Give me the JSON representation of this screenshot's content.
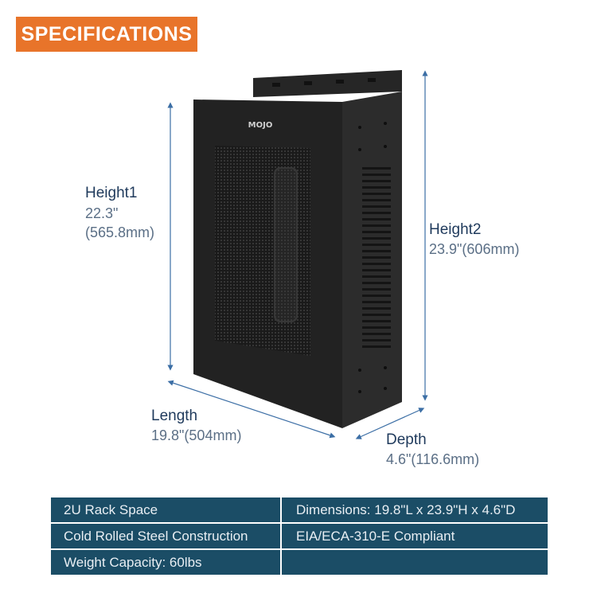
{
  "banner": {
    "title": "SPECIFICATIONS"
  },
  "product": {
    "logo_text": "MOJO"
  },
  "dimensions": {
    "height1": {
      "label": "Height1",
      "value_line1": "22.3\"",
      "value_line2": "(565.8mm)"
    },
    "height2": {
      "label": "Height2",
      "value": "23.9\"(606mm)"
    },
    "length": {
      "label": "Length",
      "value": "19.8\"(504mm)"
    },
    "depth": {
      "label": "Depth",
      "value": "4.6\"(116.6mm)"
    }
  },
  "specs": {
    "rows": [
      [
        "2U Rack Space",
        "Dimensions: 19.8\"L x 23.9\"H x 4.6\"D"
      ],
      [
        "Cold Rolled Steel Construction",
        "EIA/ECA-310-E Compliant"
      ],
      [
        "Weight Capacity: 60lbs",
        ""
      ]
    ]
  },
  "colors": {
    "banner": "#e8742a",
    "table": "#1b4d66",
    "label": "#1f3a5c",
    "value": "#5b6f86"
  }
}
